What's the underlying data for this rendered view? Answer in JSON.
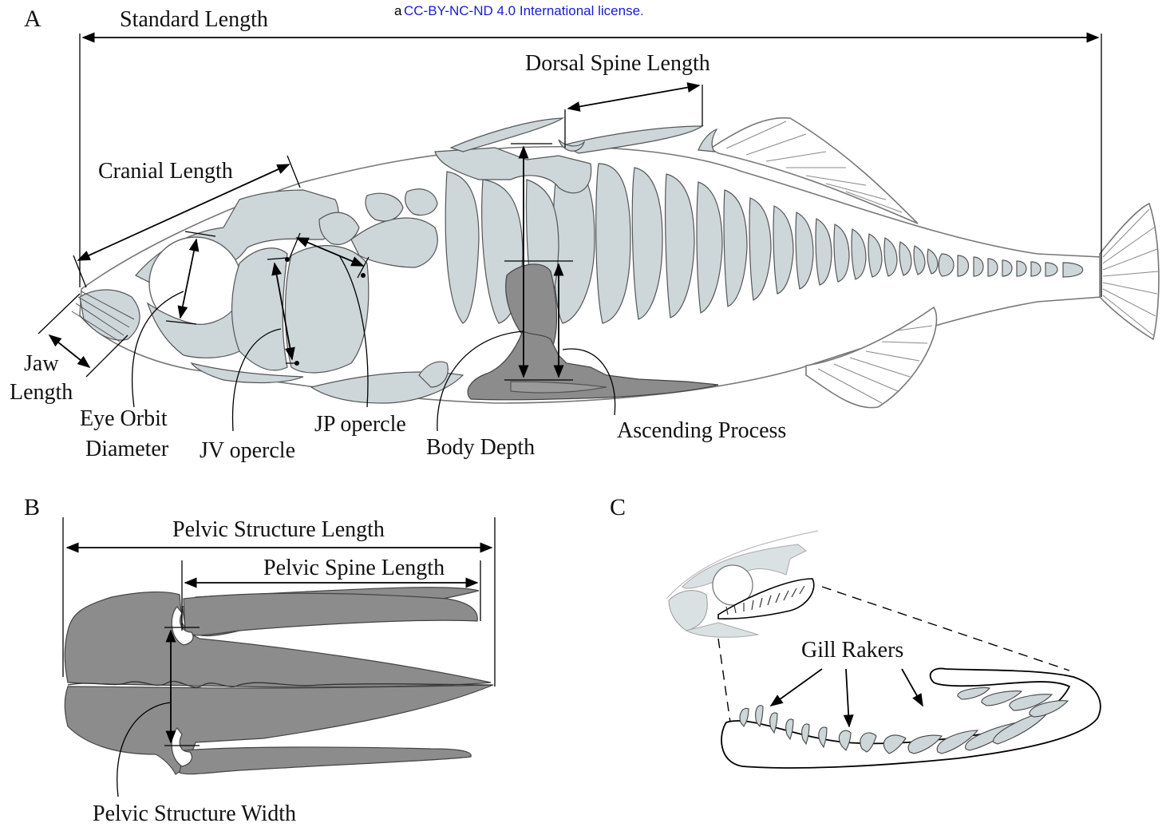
{
  "license_text": "CC-BY-NC-ND 4.0 International license.",
  "license_prefix": "a",
  "panels": {
    "a": "A",
    "b": "B",
    "c": "C"
  },
  "labels": {
    "standard_length": "Standard Length",
    "dorsal_spine_length": "Dorsal Spine Length",
    "cranial_length": "Cranial Length",
    "jaw": "Jaw",
    "length": "Length",
    "eye_orbit": "Eye Orbit",
    "diameter": "Diameter",
    "jv_opercle": "JV opercle",
    "jp_opercle": "JP opercle",
    "body_depth": "Body Depth",
    "ascending_process": "Ascending Process",
    "pelvic_structure_length": "Pelvic Structure Length",
    "pelvic_spine_length": "Pelvic Spine Length",
    "pelvic_structure_width": "Pelvic Structure Width",
    "gill_rakers": "Gill Rakers"
  },
  "colors": {
    "bone": "#cdd6d9",
    "pelvic": "#8c8c8c",
    "link": "#1a1ad6"
  }
}
